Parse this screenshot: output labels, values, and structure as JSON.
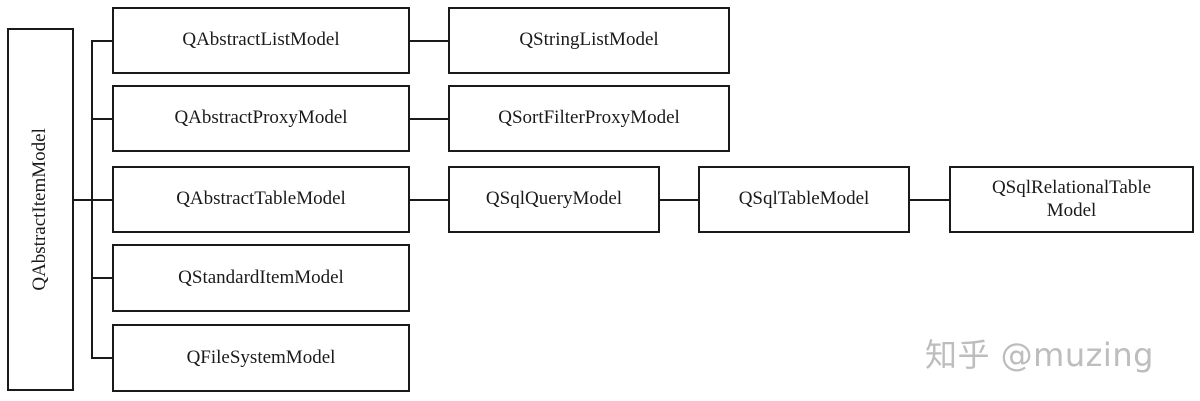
{
  "diagram": {
    "root": {
      "label": "QAbstractItemModel"
    },
    "level1": [
      {
        "id": "list",
        "label": "QAbstractListModel"
      },
      {
        "id": "proxy",
        "label": "QAbstractProxyModel"
      },
      {
        "id": "table",
        "label": "QAbstractTableModel"
      },
      {
        "id": "standard",
        "label": "QStandardItemModel"
      },
      {
        "id": "filesystem",
        "label": "QFileSystemModel"
      }
    ],
    "level2": [
      {
        "parent": "list",
        "label": "QStringListModel"
      },
      {
        "parent": "proxy",
        "label": "QSortFilterProxyModel"
      },
      {
        "parent": "table",
        "label": "QSqlQueryModel"
      }
    ],
    "level3": [
      {
        "parent": "QSqlQueryModel",
        "label": "QSqlTableModel"
      }
    ],
    "level4": [
      {
        "parent": "QSqlTableModel",
        "label_lines": [
          "QSqlRelationalTable",
          "Model"
        ]
      }
    ],
    "line_color": "#1a1a1a",
    "box_border_color": "#1a1a1a"
  },
  "watermark": {
    "text": "知乎 @muzing"
  }
}
